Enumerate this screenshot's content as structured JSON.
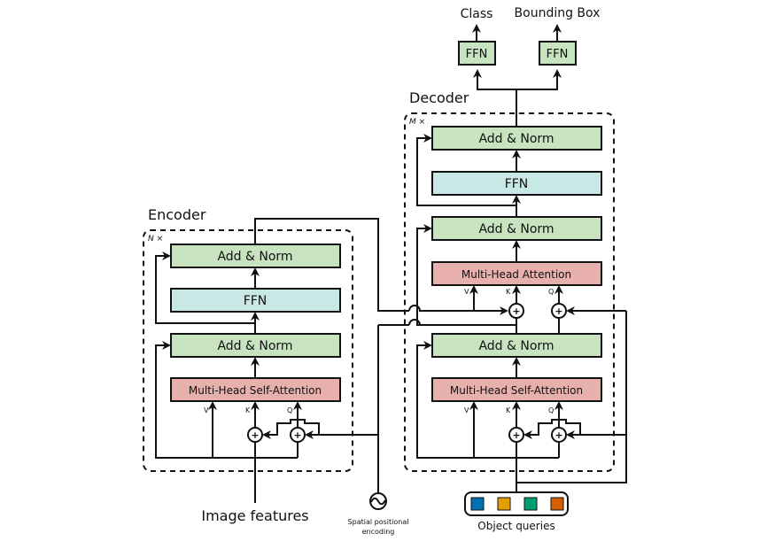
{
  "encoder": {
    "title": "Encoder",
    "repeat": "N ×",
    "add_norm_top": "Add & Norm",
    "ffn": "FFN",
    "add_norm_bottom": "Add & Norm",
    "attention": "Multi-Head Self-Attention",
    "v": "V",
    "k": "K",
    "q": "Q"
  },
  "decoder": {
    "title": "Decoder",
    "repeat": "M ×",
    "add_norm_top": "Add & Norm",
    "ffn": "FFN",
    "add_norm_mid": "Add & Norm",
    "cross_attention": "Multi-Head Attention",
    "add_norm_bottom": "Add & Norm",
    "self_attention": "Multi-Head Self-Attention",
    "v": "V",
    "k": "K",
    "q": "Q"
  },
  "heads": {
    "class_ffn": "FFN",
    "bbox_ffn": "FFN",
    "class_label": "Class",
    "bbox_label": "Bounding Box"
  },
  "inputs": {
    "image_features": "Image features",
    "spatial_line1": "Spatial positional",
    "spatial_line2": "encoding",
    "object_queries": "Object queries"
  },
  "colors": {
    "query_squares": [
      "#0072b2",
      "#e69f00",
      "#009e73",
      "#d55e00"
    ]
  }
}
